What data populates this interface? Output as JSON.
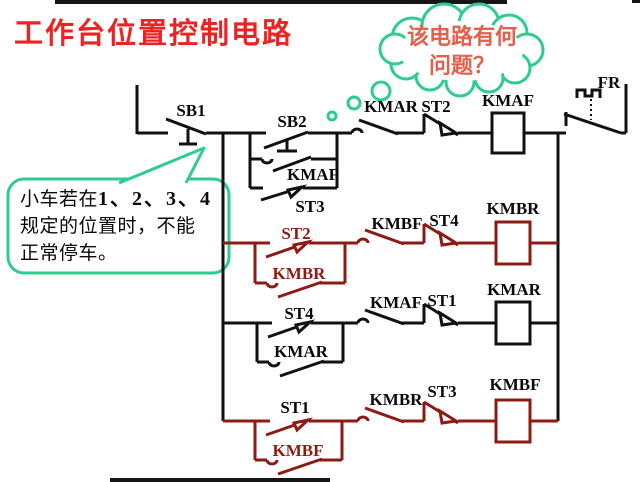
{
  "title": "工作台位置控制电路",
  "thought_bubble": {
    "line1": "该电路有何",
    "line2": "问题？"
  },
  "callout": {
    "line1_prefix": "小车若在",
    "line1_numbers": "1、2、3、4",
    "line2": "规定的位置时，不能",
    "line3": "正常停车。"
  },
  "colors": {
    "wire_black": "#111111",
    "wire_maroon": "#8e1b13",
    "title_red": "#ee2222",
    "bubble_text_red": "#e2604c",
    "cloud_green": "#2ecc8e"
  },
  "circuit_labels": {
    "sb1": "SB1",
    "sb2": "SB2",
    "kmaf_parallel": "KMAF",
    "st3_parallel": "ST3",
    "kmar_interlock": "KMAR",
    "st2_limit_nc": "ST2",
    "kmaf_coil": "KMAF",
    "fr": "FR",
    "st2_parallel": "ST2",
    "kmbr_parallel": "KMBR",
    "kmbf_interlock": "KMBF",
    "st4_limit_nc": "ST4",
    "kmbr_coil": "KMBR",
    "st4_parallel": "ST4",
    "kmar_parallel": "KMAR",
    "kmaf_interlock": "KMAF",
    "st1_limit_nc": "ST1",
    "kmar_coil": "KMAR",
    "st1_parallel": "ST1",
    "kmbf_parallel": "KMBF",
    "kmbr_interlock": "KMBR",
    "st3_limit_nc": "ST3",
    "kmbf_coil": "KMBF"
  }
}
